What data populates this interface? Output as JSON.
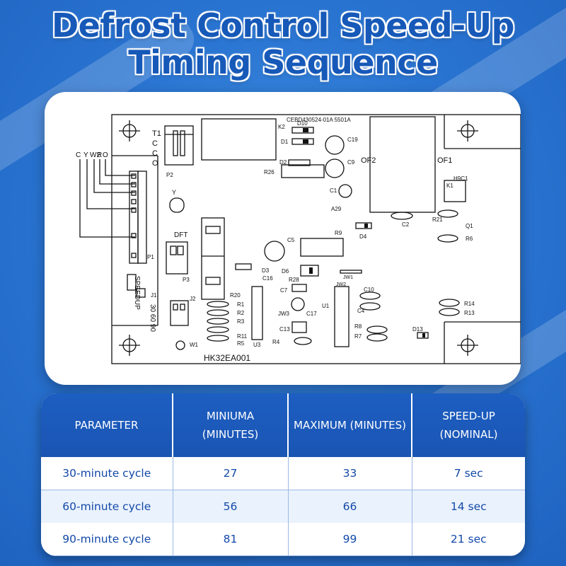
{
  "title": {
    "line1": "Defrost Control Speed-Up",
    "line2": "Timing Sequence"
  },
  "board": {
    "header_code": "CEBD430524-01A 5501A",
    "model": "HK32EA001",
    "terminals": [
      "O",
      "R",
      "W2",
      "Y",
      "C"
    ],
    "connector_left_labels": [
      "T1",
      "C",
      "C",
      "O"
    ],
    "labels": {
      "k2": "K2",
      "d10": "D10",
      "d1": "D1",
      "d2": "D2",
      "r26": "R26",
      "c19": "C19",
      "c9": "C9",
      "c1": "C1",
      "a29": "A29",
      "of2": "OF2",
      "of1": "OF1",
      "k1": "K1",
      "h9c1": "H9C1",
      "c2": "C2",
      "r21": "R21",
      "q1": "Q1",
      "r6": "R6",
      "r9": "R9",
      "d4": "D4",
      "c5": "C5",
      "d3": "D3",
      "c16": "C16",
      "d6": "D6",
      "r28": "R28",
      "jw1": "JW1",
      "jw2": "JW2",
      "c7": "C7",
      "u1": "U1",
      "c17": "C17",
      "jw3": "JW3",
      "c10": "C10",
      "c4": "C4",
      "c13": "C13",
      "r8": "R8",
      "r7": "R7",
      "r4": "R4",
      "r14": "R14",
      "r13": "R13",
      "d13": "D13",
      "r20": "R20",
      "r1": "R1",
      "r2": "R2",
      "r3": "R3",
      "r11": "R11",
      "r5": "R5",
      "u3": "U3",
      "p1": "P1",
      "p2": "P2",
      "p3": "P3",
      "j1": "J1",
      "j2": "J2",
      "w1": "W1",
      "y": "Y",
      "dft": "DFT",
      "speedup": "SPEEDUP",
      "times": "30 60 90"
    }
  },
  "table": {
    "headers": [
      "PARAMETER",
      "MINIUMA (MINUTES)",
      "MAXIMUM (MINUTES)",
      "SPEED-UP (NOMINAL)"
    ],
    "rows": [
      {
        "parameter": "30-minute cycle",
        "min": "27",
        "max": "33",
        "speedup": "7 sec"
      },
      {
        "parameter": "60-minute cycle",
        "min": "56",
        "max": "66",
        "speedup": "14 sec"
      },
      {
        "parameter": "90-minute cycle",
        "min": "81",
        "max": "99",
        "speedup": "21 sec"
      }
    ]
  },
  "colors": {
    "background": "#2a75d2",
    "title": "#1659b8",
    "table_header": "#1d5ec2",
    "table_text": "#1349a8"
  }
}
